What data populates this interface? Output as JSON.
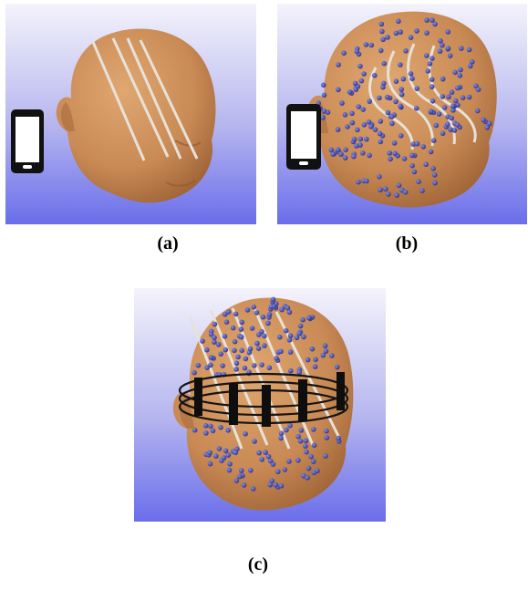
{
  "captions": {
    "a": "(a)",
    "b": "(b)",
    "c": "(c)"
  },
  "colors": {
    "background_top": "#f3f2fb",
    "background_bottom": "#6f73ec",
    "skin": "#d1945e",
    "skin_shadow": "#a8683a",
    "electrode": "#3b3f9a",
    "current_line": "#e8e4dc",
    "phone": "#111111",
    "band": "#141414"
  },
  "icons": {
    "phone": "smartphone-icon",
    "head": "head-model",
    "electrodes": "electrode-dots",
    "band": "electrode-headband"
  }
}
